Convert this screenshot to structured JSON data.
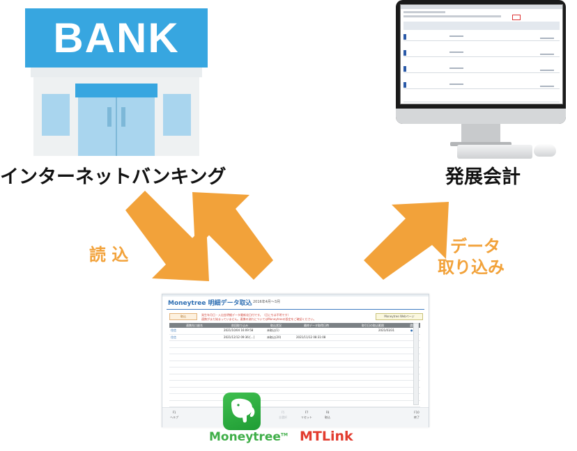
{
  "bank": {
    "sign_text": "BANK"
  },
  "labels": {
    "internet_banking": "インターネットバンキング",
    "hatten_kaikei": "発展会計",
    "read": "読 込",
    "data_import_line1": "データ",
    "data_import_line2": "取り込み"
  },
  "moneytree_window": {
    "title": "Moneytree 明細データ取込",
    "period": "2016年4月～3月",
    "load_button": "取込",
    "message_line1": "発生年月日・入出金明細データ最新化日付です。（日にちは不明です）",
    "message_line2": "連携がまだ始まっていません。連携の流れについてはMoneytreeの設定をご確認ください。",
    "web_button": "Moneytree Webページ",
    "columns": [
      "連携先口座名",
      "前回取り込み",
      "取込状況",
      "最終データ取得日時",
      "取引日の取込範囲",
      "選択"
    ],
    "rows": [
      {
        "account": "住信",
        "last": "2021/10/04 16:09:58",
        "status": "未取込(1)",
        "fetched": "",
        "range": "2021/03/31"
      },
      {
        "account": "住信",
        "last": "2021/12/12 09:36:[...]",
        "status": "未取込(20)",
        "fetched": "2021/11/12 08:31:08",
        "range": ""
      }
    ],
    "footer_buttons": [
      {
        "key": "F1",
        "label": "ヘルプ"
      },
      {
        "key": "F5",
        "label": "全選択"
      },
      {
        "key": "F7",
        "label": "リセット"
      },
      {
        "key": "F8",
        "label": "取込"
      },
      {
        "key": "F10",
        "label": "終了"
      }
    ]
  },
  "logos": {
    "moneytree": "Moneytree",
    "moneytree_tm": "TM",
    "mtlink": "MTLink"
  },
  "colors": {
    "bank_blue": "#37a6e0",
    "arrow_orange": "#f2a23a",
    "moneytree_green": "#3fae48",
    "mtlink_red": "#e23b2e"
  }
}
